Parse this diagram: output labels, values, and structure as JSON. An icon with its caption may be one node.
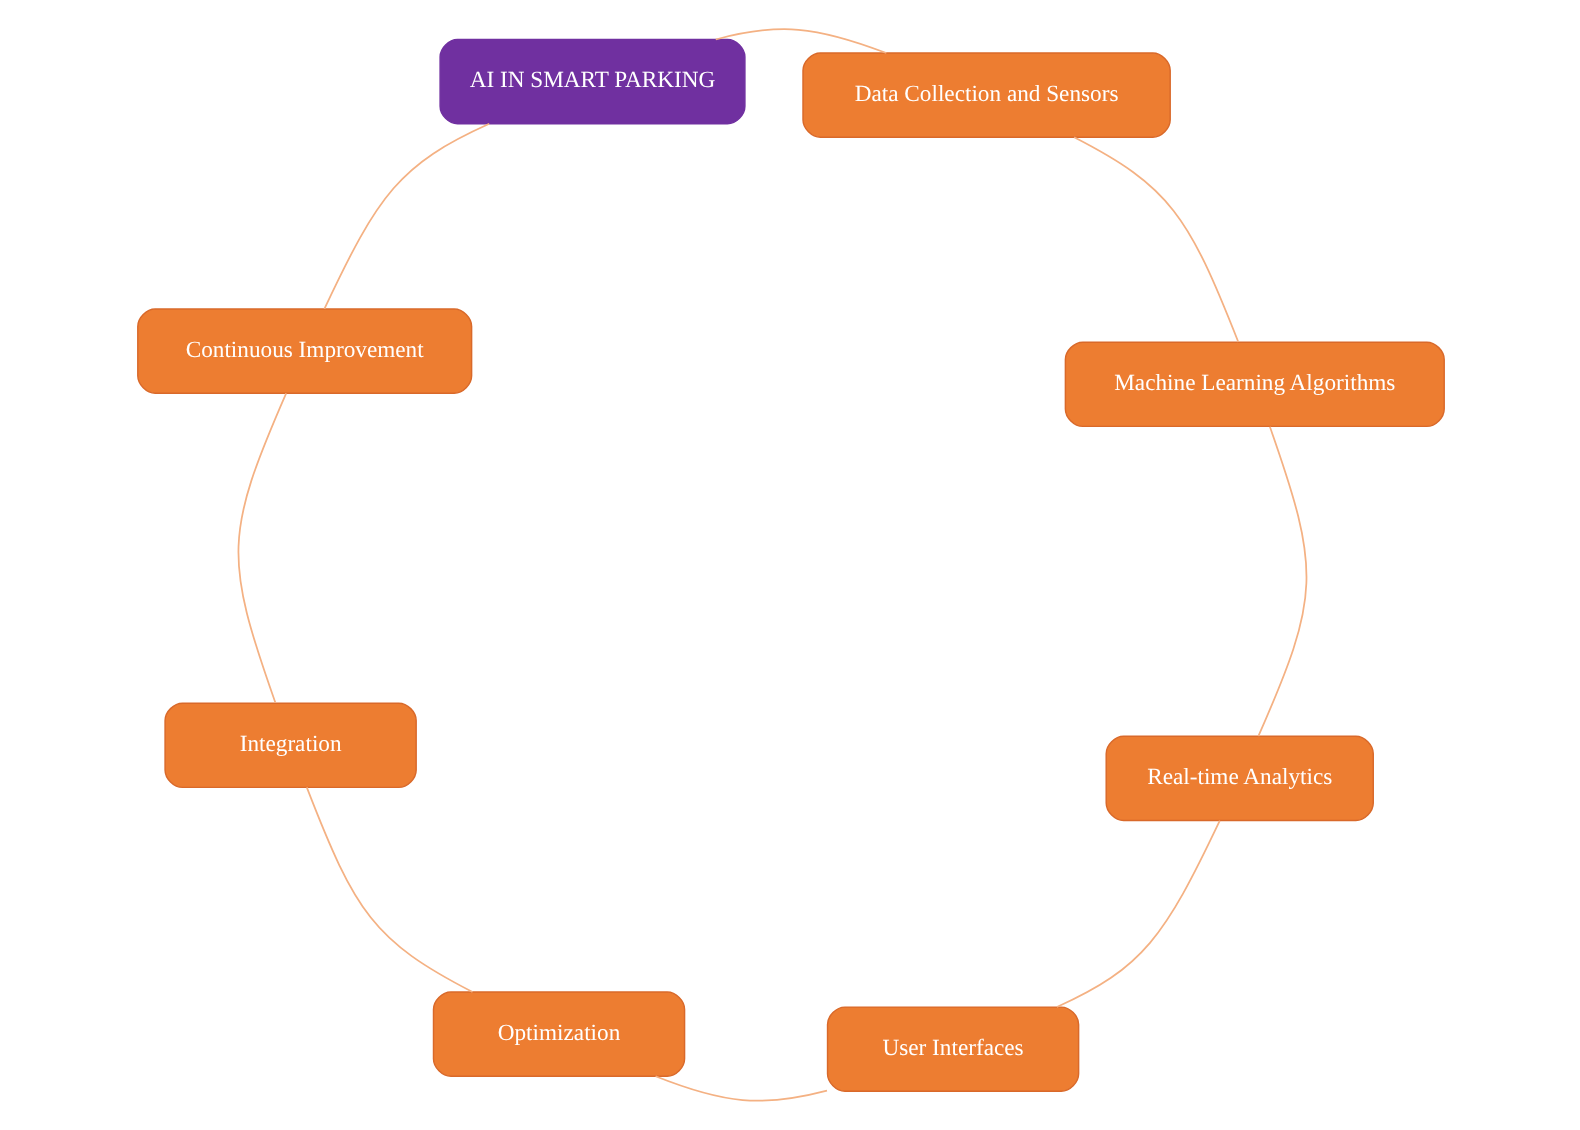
{
  "diagram": {
    "nodes": [
      {
        "text": [
          "Continuous Improvement"
        ]
      },
      {
        "text": [
          "Data Collection and Sensors"
        ]
      },
      {
        "text": [
          "Integration"
        ]
      },
      {
        "text": [
          "AI IN SMART PARKING"
        ]
      },
      {
        "text": [
          "Machine Learning Algorithms"
        ]
      },
      {
        "text": [
          "Optimization"
        ]
      },
      {
        "text": [
          "Real-time Analytics"
        ]
      },
      {
        "text": [
          "User Interfaces"
        ]
      }
    ],
    "edges": [
      {
        "from": 3,
        "to": 0,
        "arrow": "none"
      },
      {
        "from": 3,
        "to": 1,
        "arrow": "none"
      },
      {
        "from": 0,
        "to": 2,
        "arrow": "none"
      },
      {
        "from": 2,
        "to": 5,
        "arrow": "none"
      },
      {
        "from": 5,
        "to": 7,
        "arrow": "none"
      },
      {
        "from": 7,
        "to": 6,
        "arrow": "none"
      },
      {
        "from": 6,
        "to": 4,
        "arrow": "none"
      },
      {
        "from": 4,
        "to": 1,
        "arrow": "none"
      }
    ]
  }
}
